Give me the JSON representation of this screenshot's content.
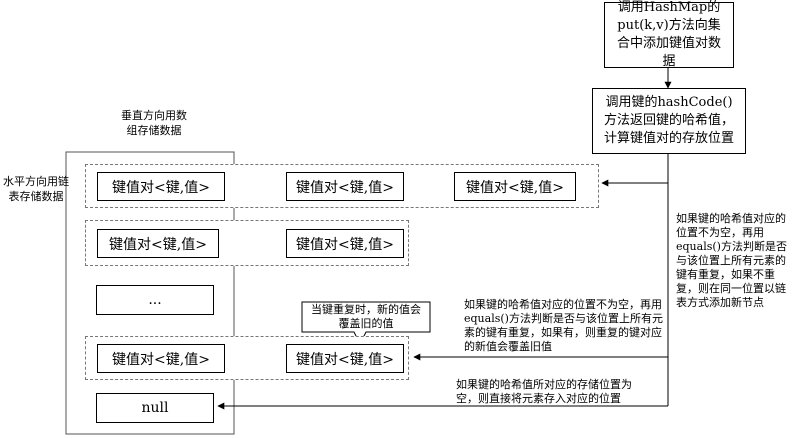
{
  "process": {
    "step1": "调用HashMap的put(k,v)方法向集合中添加键值对数据",
    "step2": "调用键的hashCode()方法返回键的哈希值，计算键值对的存放位置"
  },
  "labels": {
    "vertical_array": "垂直方向用数组存储数据",
    "horizontal_list": "水平方向用链表存储数据",
    "tooltip": "当键重复时，新的值会覆盖旧的值",
    "case_not_empty_no_dup": "如果键的哈希值对应的位置不为空，再用equals()方法判断是否与该位置上所有元素的键有重复，如果不重复，则在同一位置以链表方式添加新节点",
    "case_not_empty_dup": "如果键的哈希值对应的位置不为空，再用equals()方法判断是否与该位置上所有元素的键有重复，如果有，则重复的键对应的新值会覆盖旧值",
    "case_empty": "如果键的哈希值所对应的存储位置为空，则直接将元素存入对应的位置"
  },
  "rows": [
    {
      "nodes": [
        "键值对<键,值>",
        "键值对<键,值>",
        "键值对<键,值>"
      ]
    },
    {
      "nodes": [
        "键值对<键,值>",
        "键值对<键,值>"
      ]
    },
    {
      "nodes": [
        "..."
      ]
    },
    {
      "nodes": [
        "键值对<键,值>",
        "键值对<键,值>"
      ]
    },
    {
      "nodes": [
        "null"
      ]
    }
  ]
}
